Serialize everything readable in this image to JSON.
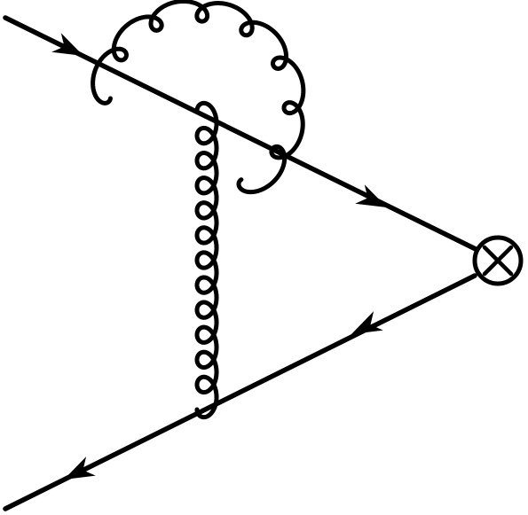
{
  "diagram": {
    "kind": "feynman-diagram",
    "colors": {
      "ink": "#000000",
      "background": "#ffffff"
    },
    "fermion_lines": [
      {
        "id": "incoming-upper",
        "arrow": "toward-vertex"
      },
      {
        "id": "upper-internal",
        "arrow": "toward-vertex"
      },
      {
        "id": "lower-internal",
        "arrow": "away-from-vertex"
      },
      {
        "id": "outgoing-lower",
        "arrow": "away-from-vertex"
      }
    ],
    "gluons": [
      {
        "id": "self-energy-gluon",
        "shape": "arc",
        "loops": 8
      },
      {
        "id": "exchange-gluon",
        "shape": "vertical",
        "loops": 12
      }
    ],
    "vertex": {
      "symbol": "circled-cross-icon"
    }
  }
}
